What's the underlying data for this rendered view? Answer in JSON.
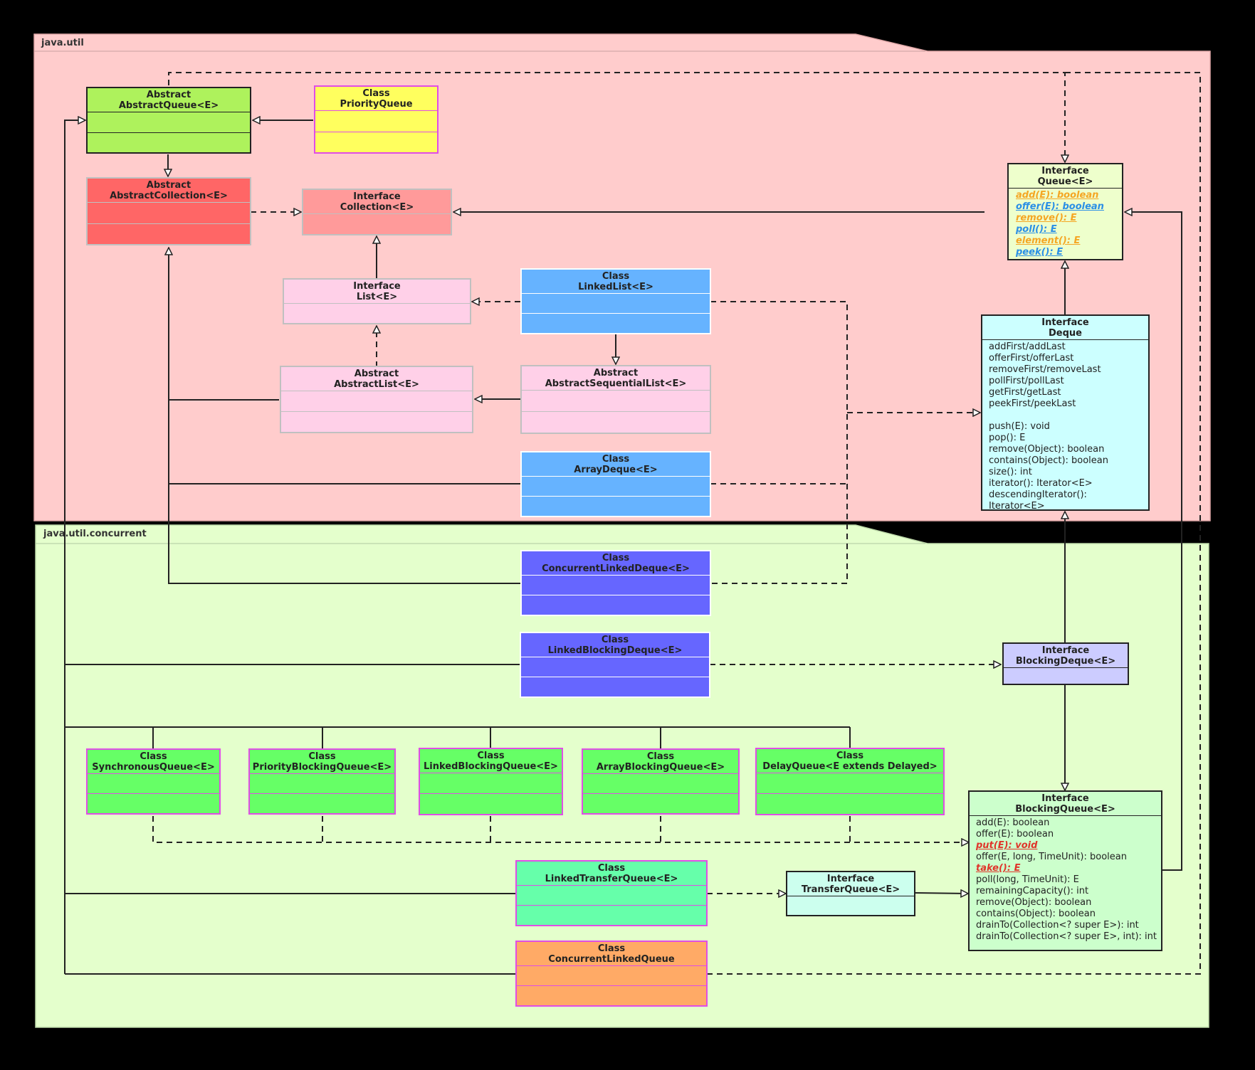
{
  "packages": {
    "util": {
      "label": "java.util"
    },
    "concurrent": {
      "label": "java.util.concurrent"
    }
  },
  "boxes": {
    "abstract_queue": {
      "stereo": "Abstract",
      "name": "AbstractQueue<E>",
      "fill": "#aef25c"
    },
    "priority_queue": {
      "stereo": "Class",
      "name": "PriorityQueue",
      "fill": "#ffff5e"
    },
    "abstract_collection": {
      "stereo": "Abstract",
      "name": "AbstractCollection<E>",
      "fill": "#ff6666"
    },
    "collection": {
      "stereo": "Interface",
      "name": "Collection<E>",
      "fill": "#ff9a9a"
    },
    "list": {
      "stereo": "Interface",
      "name": "List<E>",
      "fill": "#ffd0e8"
    },
    "linked_list": {
      "stereo": "Class",
      "name": "LinkedList<E>",
      "fill": "#66b3ff"
    },
    "abstract_list": {
      "stereo": "Abstract",
      "name": "AbstractList<E>",
      "fill": "#ffd0e8"
    },
    "abstract_sequential_list": {
      "stereo": "Abstract",
      "name": "AbstractSequentialList<E>",
      "fill": "#ffd0e8"
    },
    "array_deque": {
      "stereo": "Class",
      "name": "ArrayDeque<E>",
      "fill": "#66b3ff"
    },
    "queue": {
      "stereo": "Interface",
      "name": "Queue<E>",
      "fill": "#eeffcc",
      "members": [
        {
          "text": "add(E): boolean",
          "style": "hl c-orange"
        },
        {
          "text": "offer(E): boolean",
          "style": "hl c-blue"
        },
        {
          "text": "remove(): E",
          "style": "hl c-orange"
        },
        {
          "text": "poll(): E",
          "style": "hl c-blue"
        },
        {
          "text": "element(): E",
          "style": "hl c-orange"
        },
        {
          "text": "peek(): E",
          "style": "hl c-blue"
        }
      ]
    },
    "deque": {
      "stereo": "Interface",
      "name": "Deque",
      "fill": "#ccffff",
      "members": [
        {
          "text": "addFirst/addLast"
        },
        {
          "text": "offerFirst/offerLast"
        },
        {
          "text": "removeFirst/removeLast"
        },
        {
          "text": "pollFirst/pollLast"
        },
        {
          "text": "getFirst/getLast"
        },
        {
          "text": "peekFirst/peekLast"
        },
        {
          "text": ""
        },
        {
          "text": "push(E): void"
        },
        {
          "text": "pop(): E"
        },
        {
          "text": "remove(Object): boolean"
        },
        {
          "text": "contains(Object): boolean"
        },
        {
          "text": "size(): int"
        },
        {
          "text": "iterator(): Iterator<E>"
        },
        {
          "text": "descendingIterator():"
        },
        {
          "text": "Iterator<E>"
        }
      ]
    },
    "concurrent_linked_deque": {
      "stereo": "Class",
      "name": "ConcurrentLinkedDeque<E>",
      "fill": "#6666ff"
    },
    "linked_blocking_deque": {
      "stereo": "Class",
      "name": "LinkedBlockingDeque<E>",
      "fill": "#6666ff"
    },
    "blocking_deque": {
      "stereo": "Interface",
      "name": "BlockingDeque<E>",
      "fill": "#ccccff"
    },
    "synchronous_queue": {
      "stereo": "Class",
      "name": "SynchronousQueue<E>",
      "fill": "#66ff66"
    },
    "priority_blocking_queue": {
      "stereo": "Class",
      "name": "PriorityBlockingQueue<E>",
      "fill": "#66ff66"
    },
    "linked_blocking_queue": {
      "stereo": "Class",
      "name": "LinkedBlockingQueue<E>",
      "fill": "#66ff66"
    },
    "array_blocking_queue": {
      "stereo": "Class",
      "name": "ArrayBlockingQueue<E>",
      "fill": "#66ff66"
    },
    "delay_queue": {
      "stereo": "Class",
      "name": "DelayQueue<E extends Delayed>",
      "fill": "#66ff66"
    },
    "blocking_queue": {
      "stereo": "Interface",
      "name": "BlockingQueue<E>",
      "fill": "#ccffcc",
      "members": [
        {
          "text": "add(E): boolean"
        },
        {
          "text": "offer(E): boolean"
        },
        {
          "text": "put(E): void",
          "style": "hl c-red"
        },
        {
          "text": "offer(E, long, TimeUnit): boolean"
        },
        {
          "text": "take(): E",
          "style": "hl c-red"
        },
        {
          "text": "poll(long, TimeUnit): E"
        },
        {
          "text": "remainingCapacity(): int"
        },
        {
          "text": "remove(Object): boolean"
        },
        {
          "text": "contains(Object): boolean"
        },
        {
          "text": "drainTo(Collection<? super E>): int"
        },
        {
          "text": "drainTo(Collection<? super E>, int): int"
        }
      ]
    },
    "linked_transfer_queue": {
      "stereo": "Class",
      "name": "LinkedTransferQueue<E>",
      "fill": "#66ffaa"
    },
    "transfer_queue": {
      "stereo": "Interface",
      "name": "TransferQueue<E>",
      "fill": "#ccffee"
    },
    "concurrent_linked_queue": {
      "stereo": "Class",
      "name": "ConcurrentLinkedQueue",
      "fill": "#ffaa66"
    }
  }
}
